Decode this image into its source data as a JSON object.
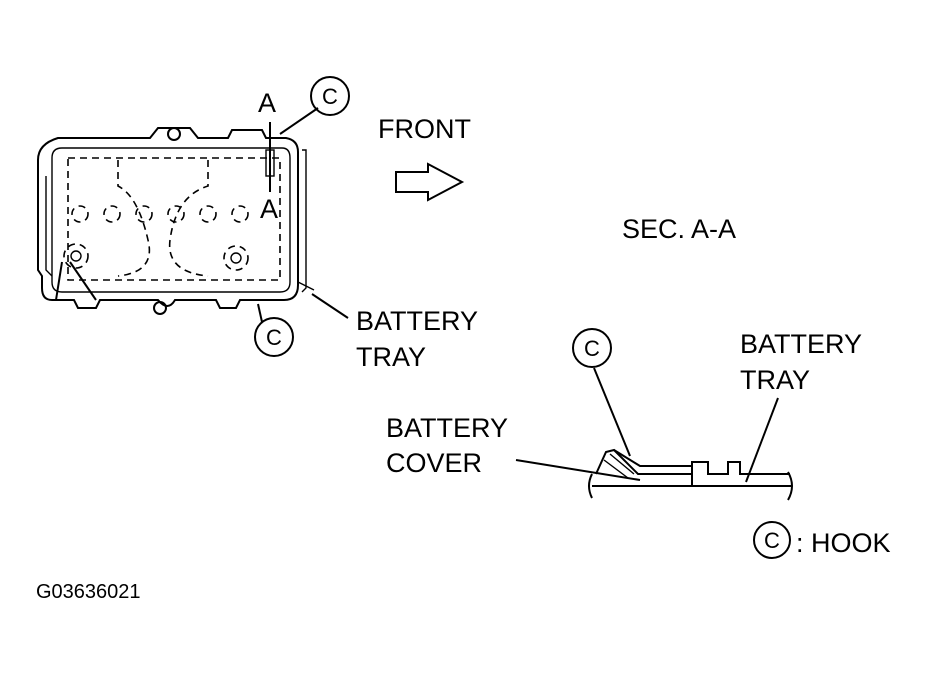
{
  "labels": {
    "section_mark_top": "A",
    "section_mark_bottom": "A",
    "hook_letter": "C",
    "front": "FRONT",
    "section_title": "SEC. A-A",
    "battery_tray_left_line1": "BATTERY",
    "battery_tray_left_line2": "TRAY",
    "battery_tray_right_line1": "BATTERY",
    "battery_tray_right_line2": "TRAY",
    "battery_cover_line1": "BATTERY",
    "battery_cover_line2": "COVER",
    "legend_text": ": HOOK",
    "figure_code": "G03636021"
  }
}
